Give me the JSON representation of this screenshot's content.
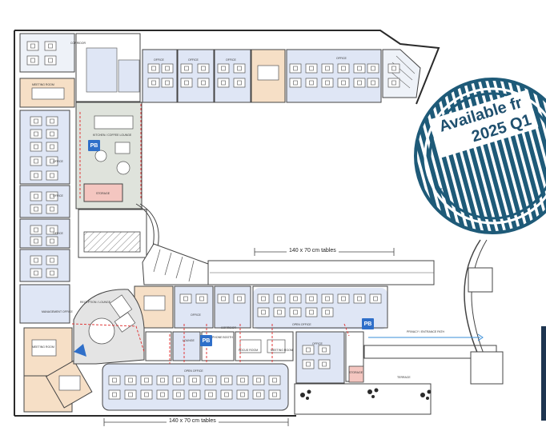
{
  "dimension_labels": {
    "tables_top": "140 x 70 cm tables",
    "tables_bottom": "140 x 70 cm tables"
  },
  "badges": {
    "pb_1": "PB",
    "pb_2": "PB",
    "pb_3": "PB"
  },
  "stamp": {
    "line1": "Available fr",
    "line2": "2025 Q1",
    "color": "#1e5a78"
  },
  "room_labels": {
    "corridor_top": "CORRIDOR",
    "office_top_1": "OFFICE",
    "office_top_2": "OFFICE",
    "office_top_3": "OFFICE",
    "office_top_4": "OFFICE",
    "office_right": "OFFICE",
    "meeting_room_left": "MEETING ROOM",
    "office_left_1": "OFFICE",
    "office_left_2": "OFFICE",
    "office_left_3": "OFFICE",
    "kitchen": "KITCHEN / COFFEE LOUNGE",
    "storage": "STORAGE",
    "reception": "RECEPTION / LOUNGE",
    "management": "MANAGEMENT OFFICE",
    "meeting_bottom_left": "MEETING ROOM",
    "open_office_right": "OPEN OFFICE",
    "office_center": "OFFICE",
    "corridor_center": "CORRIDOR",
    "lounge": "LOUNGE",
    "open_office_bottom": "OPEN OFFICE",
    "phone_booth": "PHONE BOOTH",
    "focus_room": "FOCUS ROOM",
    "meeting_room_small": "MEETING ROOM",
    "office_bottom_right": "OFFICE",
    "terrace": "TERRACE",
    "privacy": "PRIVACY / ENTRANCE PATH",
    "storage_2": "STORAGE"
  },
  "colors": {
    "wall": "#2a2a2a",
    "office_fill": "#dfe6f5",
    "meeting_fill": "#f6dfc6",
    "kitchen_fill": "#dfe3dc",
    "storage_fill": "#f4c6c0",
    "corridor_fill": "#ffffff",
    "circulation_line": "#e03a3a",
    "privacy_line": "#3a8fd9"
  }
}
